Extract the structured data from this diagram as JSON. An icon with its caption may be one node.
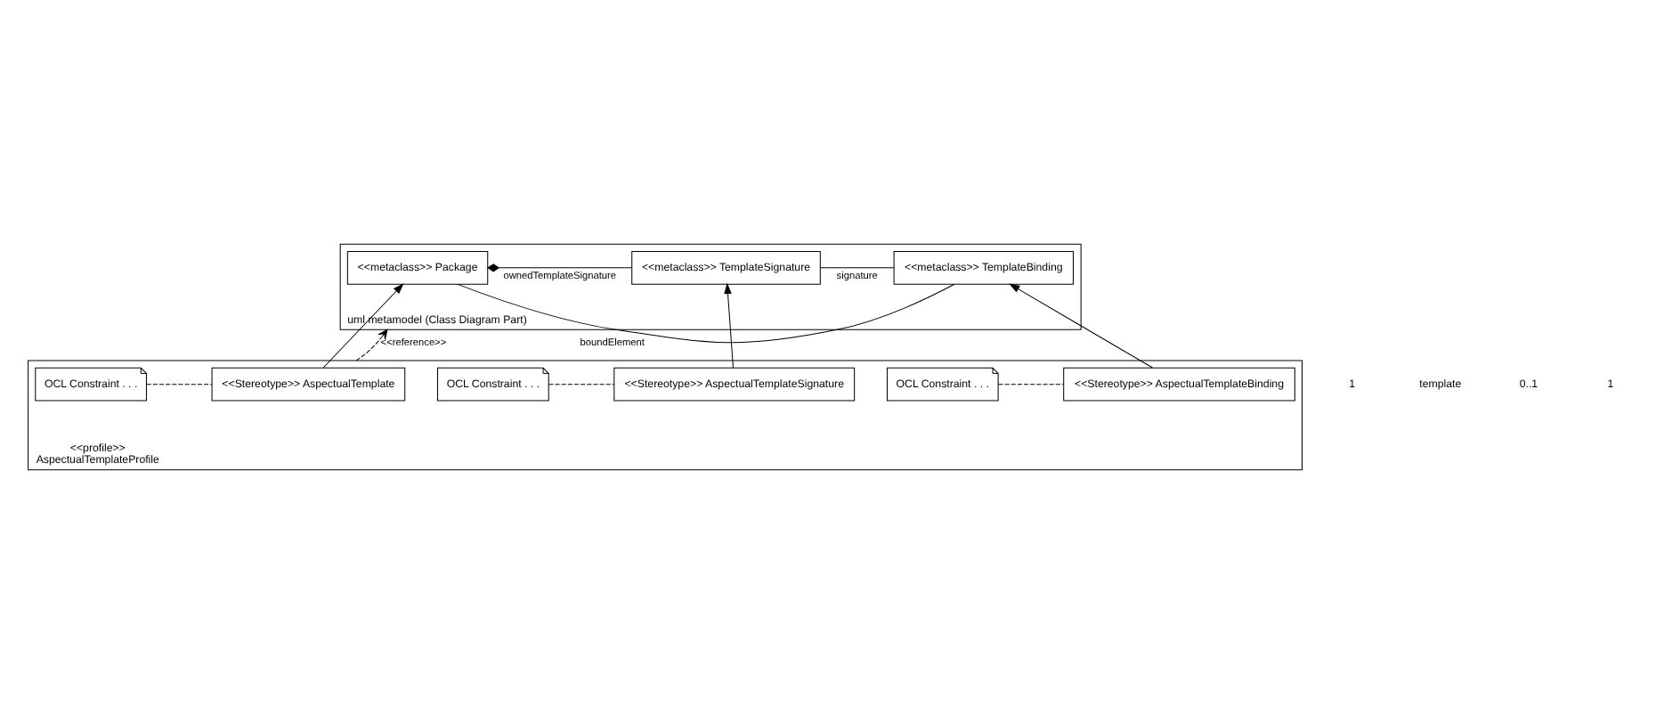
{
  "diagram": {
    "nodes": [
      {
        "text": [
          "uml metamodel (Class Diagram Part)"
        ]
      },
      {
        "text": [
          "<<metaclass>> Package"
        ],
        "in": 0
      },
      {
        "text": [
          "<<metaclass>> TemplateSignature"
        ],
        "in": 0
      },
      {
        "text": [
          "<<metaclass>> TemplateBinding"
        ],
        "in": 0
      },
      {
        "text": [
          "<<profile>>",
          "AspectualTemplateProfile"
        ]
      },
      {
        "text": [
          "<<Stereotype>> AspectualTemplate"
        ],
        "in": 4
      },
      {
        "text": [
          "<<Stereotype>> AspectualTemplateSignature"
        ],
        "in": 4
      },
      {
        "text": [
          "<<Stereotype>> AspectualTemplateBinding"
        ],
        "in": 4
      },
      {
        "text": [
          "OCL Constraint . . ."
        ],
        "in": 4
      },
      {
        "text": [
          "OCL Constraint . . ."
        ],
        "in": 4
      },
      {
        "text": [
          "OCL Constraint . . ."
        ],
        "in": 4
      }
    ],
    "edges": [
      {
        "from": 1,
        "to": 2,
        "arrow": "other",
        "label": "ownedTemplateSignature"
      },
      {
        "from": 2,
        "to": 3,
        "arrow": "none",
        "label": "signature"
      },
      {
        "from": 3,
        "to": 1,
        "arrow": "none",
        "label": "boundElement"
      },
      {
        "from": 5,
        "to": 1,
        "arrow": "to"
      },
      {
        "from": 6,
        "to": 2,
        "arrow": "to"
      },
      {
        "from": 7,
        "to": 3,
        "arrow": "to"
      },
      {
        "from": 4,
        "to": 0,
        "arrow": "to",
        "style": "dashed",
        "label": "<<reference>>"
      },
      {
        "from": 8,
        "to": 5,
        "arrow": "none",
        "style": "dashed"
      },
      {
        "from": 9,
        "to": 6,
        "arrow": "none",
        "style": "dashed"
      },
      {
        "from": 10,
        "to": 7,
        "arrow": "none",
        "style": "dashed"
      }
    ],
    "labels": [
      "1",
      "template",
      "0..1",
      "1"
    ]
  }
}
